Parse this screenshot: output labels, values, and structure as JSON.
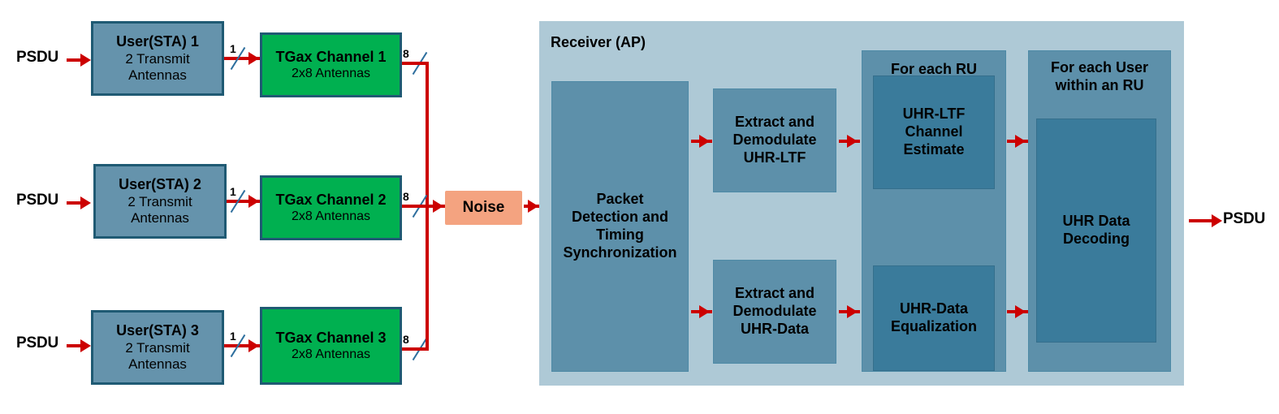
{
  "diagram": {
    "title_receiver": "Receiver (AP)",
    "input_label": "PSDU",
    "output_label": "PSDU",
    "noise_label": "Noise",
    "colors": {
      "sta_fill": "#6593AC",
      "channel_fill": "#00B050",
      "block_border": "#1F5A73",
      "noise_fill": "#F4A380",
      "receiver_fill": "#AEC9D6",
      "rx_block_fill": "#5D90AA",
      "rx_nested_fill": "#3A7B9B",
      "wire": "#CC0000",
      "slash": "#2E6F9E"
    }
  },
  "transmit_chains": [
    {
      "psdu_label": "PSDU",
      "sta_title": "User(STA) 1",
      "sta_sub_line1": "2 Transmit",
      "sta_sub_line2": "Antennas",
      "tx_stream_count": "1",
      "channel_title": "TGax Channel 1",
      "channel_sub": "2x8 Antennas",
      "rx_stream_count": "8"
    },
    {
      "psdu_label": "PSDU",
      "sta_title": "User(STA) 2",
      "sta_sub_line1": "2 Transmit",
      "sta_sub_line2": "Antennas",
      "tx_stream_count": "1",
      "channel_title": "TGax Channel 2",
      "channel_sub": "2x8 Antennas",
      "rx_stream_count": "8"
    },
    {
      "psdu_label": "PSDU",
      "sta_title": "User(STA) 3",
      "sta_sub_line1": "2 Transmit",
      "sta_sub_line2": "Antennas",
      "tx_stream_count": "1",
      "channel_title": "TGax Channel 3",
      "channel_sub": "2x8 Antennas",
      "rx_stream_count": "8"
    }
  ],
  "receiver": {
    "sync_block": {
      "line1": "Packet",
      "line2": "Detection and",
      "line3": "Timing",
      "line4": "Synchronization"
    },
    "extract_ltf": {
      "line1": "Extract and",
      "line2": "Demodulate",
      "line3": "UHR-LTF"
    },
    "extract_data": {
      "line1": "Extract and",
      "line2": "Demodulate",
      "line3": "UHR-Data"
    },
    "group_ru": {
      "title": "For each RU",
      "channel_estimate": {
        "line1": "UHR-LTF",
        "line2": "Channel",
        "line3": "Estimate"
      },
      "equalization": {
        "line1": "UHR-Data",
        "line2": "Equalization"
      }
    },
    "group_user": {
      "title_line1": "For each User",
      "title_line2": "within an RU",
      "decoding": {
        "line1": "UHR Data",
        "line2": "Decoding"
      }
    }
  }
}
